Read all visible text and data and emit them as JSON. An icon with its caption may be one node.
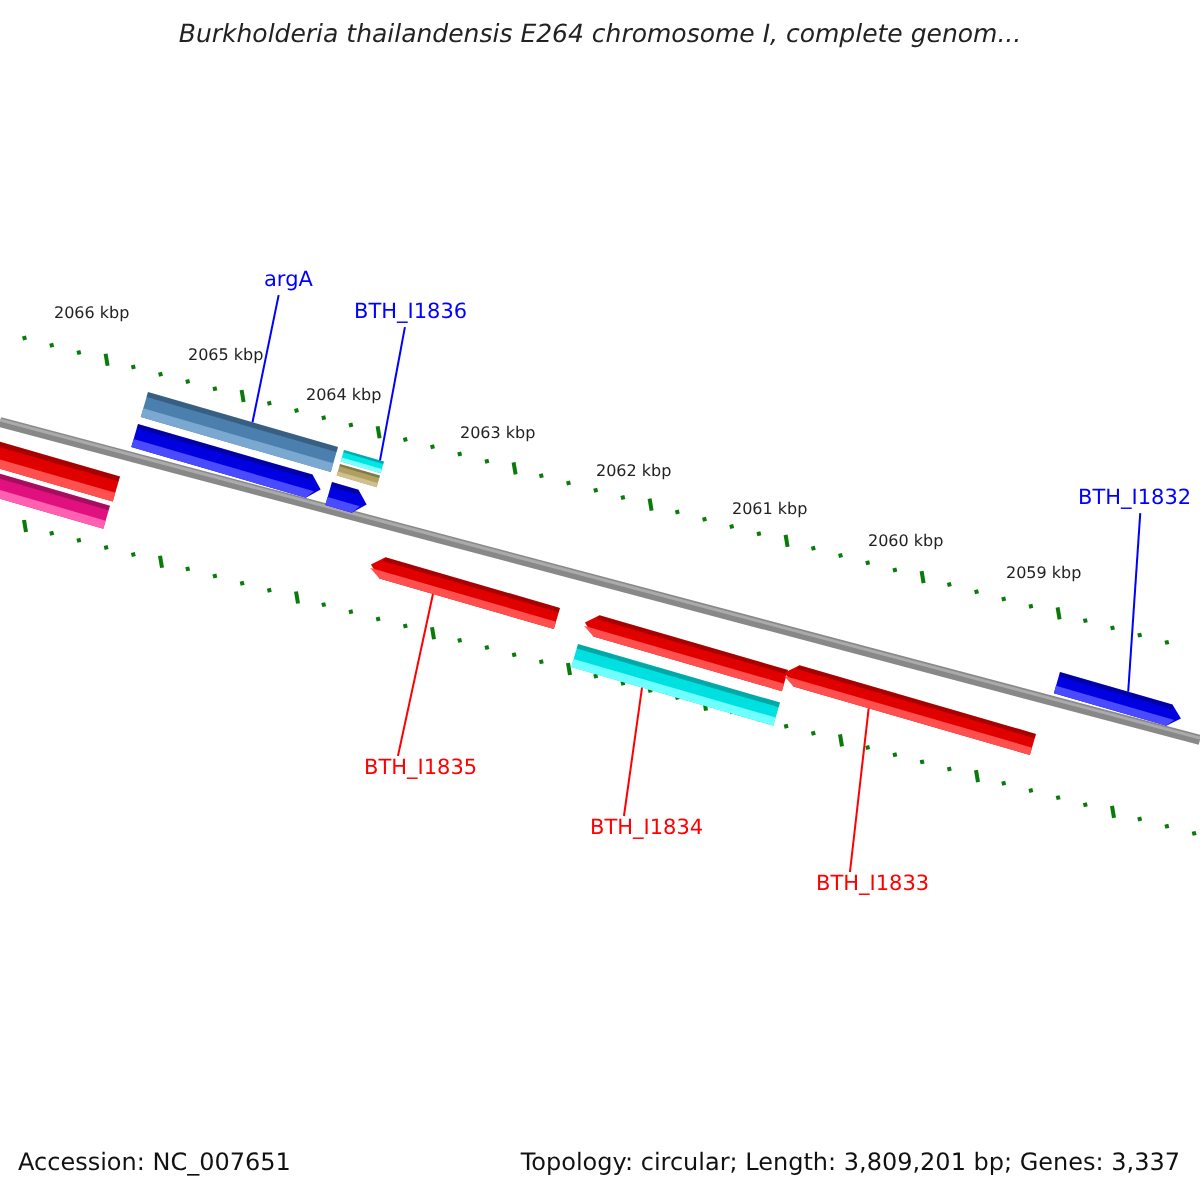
{
  "diagram": {
    "title": "Burkholderia thailandensis E264 chromosome I, complete genom...",
    "nodes": [
      {
        "text": [
          "argA"
        ]
      },
      {
        "text": [
          "BTH_I1836"
        ]
      },
      {
        "text": [
          "BTH_I1832"
        ]
      },
      {
        "text": [],
        "shape": "bar"
      },
      {
        "text": [],
        "shape": "bar"
      },
      {
        "text": [],
        "shape": "bar"
      },
      {
        "text": [],
        "shape": "bar"
      },
      {
        "text": [],
        "shape": "bar"
      },
      {
        "text": [],
        "shape": "bar"
      },
      {
        "text": [],
        "shape": "bar"
      },
      {
        "text": [],
        "shape": "bar"
      },
      {
        "text": [],
        "shape": "bar"
      },
      {
        "text": [],
        "shape": "bar"
      },
      {
        "text": [],
        "shape": "bar"
      },
      {
        "text": [],
        "shape": "bar"
      },
      {
        "text": [
          "BTH_I1835"
        ]
      },
      {
        "text": [
          "BTH_I1834"
        ]
      },
      {
        "text": [
          "BTH_I1833"
        ]
      }
    ],
    "edges": [
      {
        "from": 0,
        "to": 5,
        "arrow": "none",
        "color": "#0000ff"
      },
      {
        "from": 1,
        "to": 7,
        "arrow": "none",
        "color": "#0000ff"
      },
      {
        "from": 2,
        "to": 14,
        "arrow": "none",
        "color": "#0000ff"
      },
      {
        "from": 15,
        "to": 10,
        "arrow": "none",
        "color": "#ff0000"
      },
      {
        "from": 16,
        "to": 12,
        "arrow": "none",
        "color": "#ff0000"
      },
      {
        "from": 17,
        "to": 13,
        "arrow": "none",
        "color": "#ff0000"
      }
    ],
    "labels": [
      "2066 kbp",
      "2065 kbp",
      "2064 kbp",
      "2063 kbp",
      "2062 kbp",
      "2061 kbp",
      "2060 kbp",
      "2059 kbp",
      "Accession: NC_007651",
      "Topology: circular; Length: 3,809,201 bp; Genes: 3,337"
    ]
  }
}
